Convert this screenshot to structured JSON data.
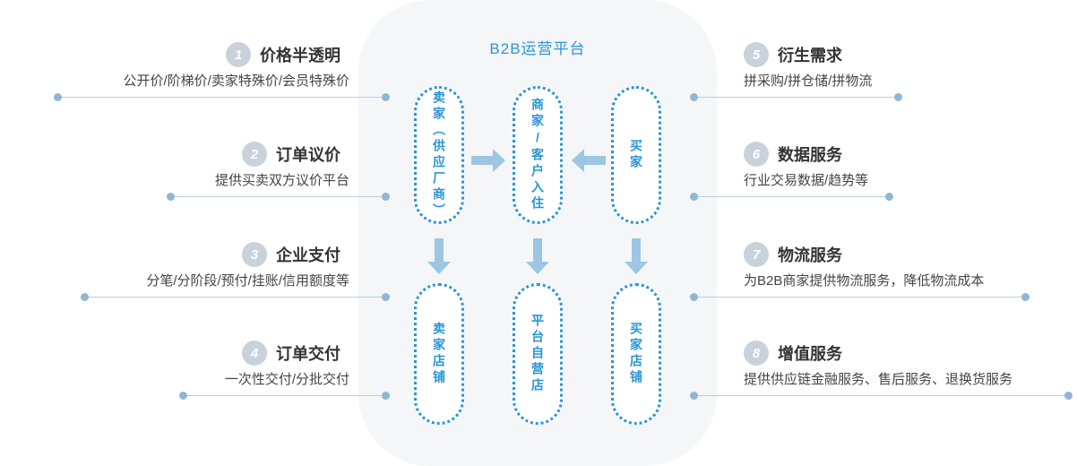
{
  "platform": {
    "title": "B2B运营平台",
    "accent_color": "#2a95d5",
    "panel_color": "#f4f6f8"
  },
  "flow": {
    "top_nodes": [
      {
        "label": "卖家（供应厂商）"
      },
      {
        "label": "商家/客户入住"
      },
      {
        "label": "买家"
      }
    ],
    "bottom_nodes": [
      {
        "label": "卖家店铺"
      },
      {
        "label": "平台自营店"
      },
      {
        "label": "买家店铺"
      }
    ],
    "arrow_color": "#9cc6e3"
  },
  "features_left": [
    {
      "number": "1",
      "title": "价格半透明",
      "desc": "公开价/阶梯价/卖家特殊价/会员特殊价"
    },
    {
      "number": "2",
      "title": "订单议价",
      "desc": "提供买卖双方议价平台"
    },
    {
      "number": "3",
      "title": "企业支付",
      "desc": "分笔/分阶段/预付/挂账/信用额度等"
    },
    {
      "number": "4",
      "title": "订单交付",
      "desc": "一次性交付/分批交付"
    }
  ],
  "features_right": [
    {
      "number": "5",
      "title": "衍生需求",
      "desc": "拼采购/拼仓储/拼物流"
    },
    {
      "number": "6",
      "title": "数据服务",
      "desc": "行业交易数据/趋势等"
    },
    {
      "number": "7",
      "title": "物流服务",
      "desc": "为B2B商家提供物流服务，降低物流成本"
    },
    {
      "number": "8",
      "title": "增值服务",
      "desc": "提供供应链金融服务、售后服务、退换货服务"
    }
  ]
}
